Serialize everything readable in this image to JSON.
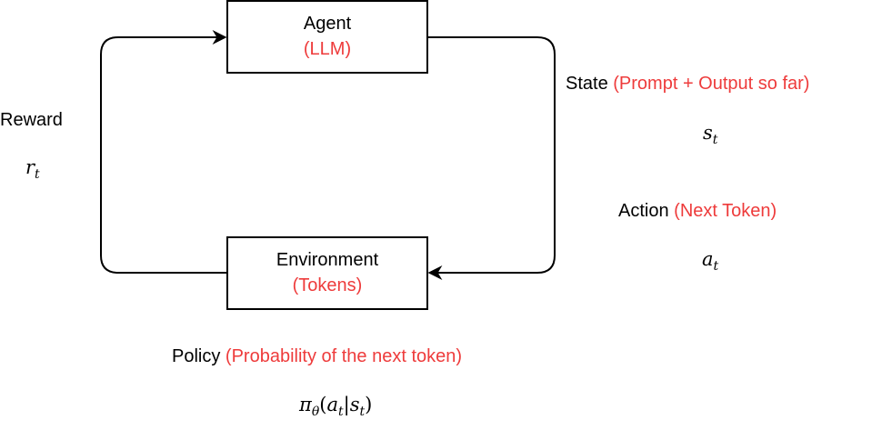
{
  "agent": {
    "title": "Agent",
    "subtitle": "(LLM)"
  },
  "environment": {
    "title": "Environment",
    "subtitle": "(Tokens)"
  },
  "reward": {
    "label": "Reward",
    "symbol": "r",
    "sub": "t"
  },
  "state": {
    "label": "State",
    "detail": "(Prompt + Output so far)",
    "symbol": "s",
    "sub": "t"
  },
  "action": {
    "label": "Action",
    "detail": "(Next Token)",
    "symbol": "a",
    "sub": "t"
  },
  "policy": {
    "label": "Policy",
    "detail": "(Probability of the next token)",
    "pi": "π",
    "theta": "θ",
    "open": "(",
    "a": "a",
    "bar": "|",
    "s": "s",
    "t1": "t",
    "t2": "t",
    "close": ")"
  },
  "colors": {
    "accent": "#ee3b3b",
    "stroke": "#000000"
  }
}
